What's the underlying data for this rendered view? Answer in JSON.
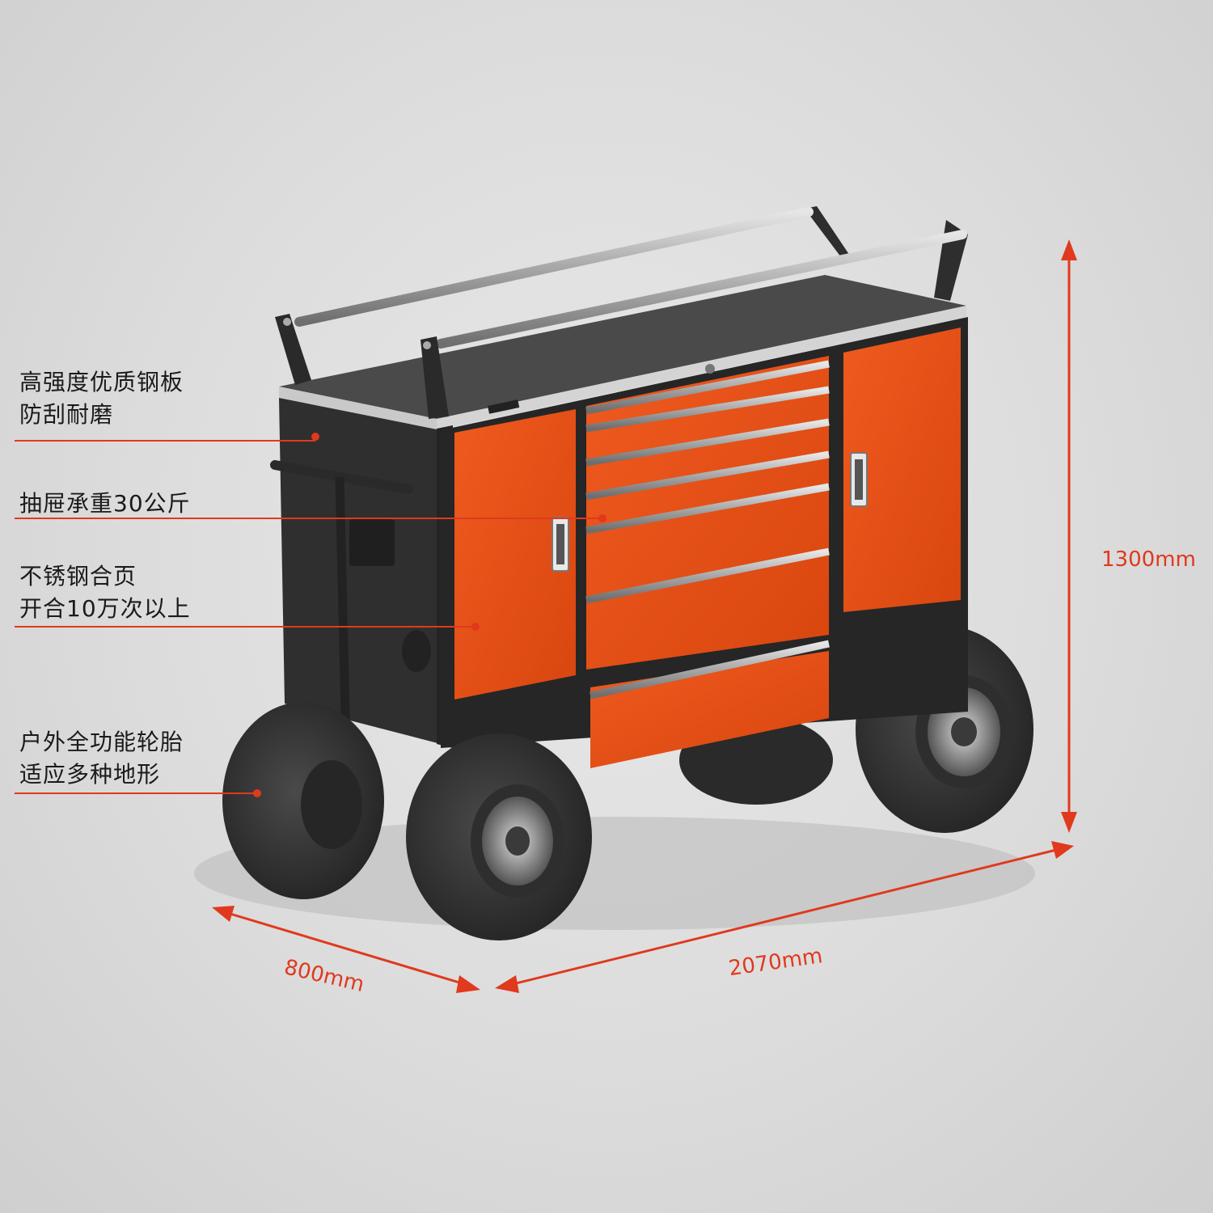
{
  "callouts": [
    {
      "lines": [
        "高强度优质钢板",
        "防刮耐磨"
      ]
    },
    {
      "lines": [
        "抽屉承重30公斤"
      ]
    },
    {
      "lines": [
        "不锈钢合页",
        "开合10万次以上"
      ]
    },
    {
      "lines": [
        "户外全功能轮胎",
        "适应多种地形"
      ]
    }
  ],
  "dimensions": {
    "height": "1300mm",
    "length": "2070mm",
    "depth": "800mm"
  },
  "colors": {
    "accent": "#e0391e",
    "cabinet_orange": "#e8531a",
    "frame": "#2b2b2b",
    "tire": "#3a3a3a",
    "chrome": "#b5b5b5"
  }
}
